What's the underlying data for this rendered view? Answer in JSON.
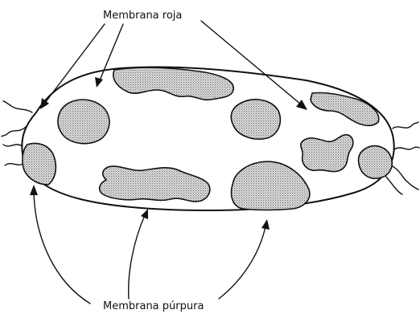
{
  "labels": {
    "top": "Membrana roja",
    "bottom": "Membrana púrpura"
  },
  "icons": {
    "cell": "bacterium-cell-diagram",
    "arrow": "arrow-icon"
  }
}
